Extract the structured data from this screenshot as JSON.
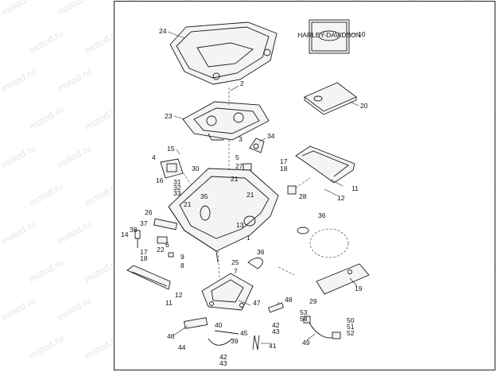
{
  "watermark": "motod.ru",
  "callouts": [
    "24",
    "10",
    "2",
    "20",
    "23",
    "3",
    "34",
    "15",
    "5",
    "27",
    "4",
    "30",
    "17",
    "18",
    "16",
    "31",
    "32",
    "33",
    "21",
    "35",
    "28",
    "12",
    "11",
    "26",
    "37",
    "13",
    "1",
    "36",
    "38",
    "14",
    "6",
    "22",
    "9",
    "8",
    "17",
    "18",
    "25",
    "7",
    "36",
    "12",
    "11",
    "48",
    "47",
    "53",
    "54",
    "19",
    "29",
    "40",
    "45",
    "39",
    "46",
    "44",
    "42",
    "43",
    "41",
    "50",
    "51",
    "52",
    "49",
    "42",
    "43",
    "21",
    "21"
  ],
  "manual_badge": "HARLEY-DAVIDSON"
}
